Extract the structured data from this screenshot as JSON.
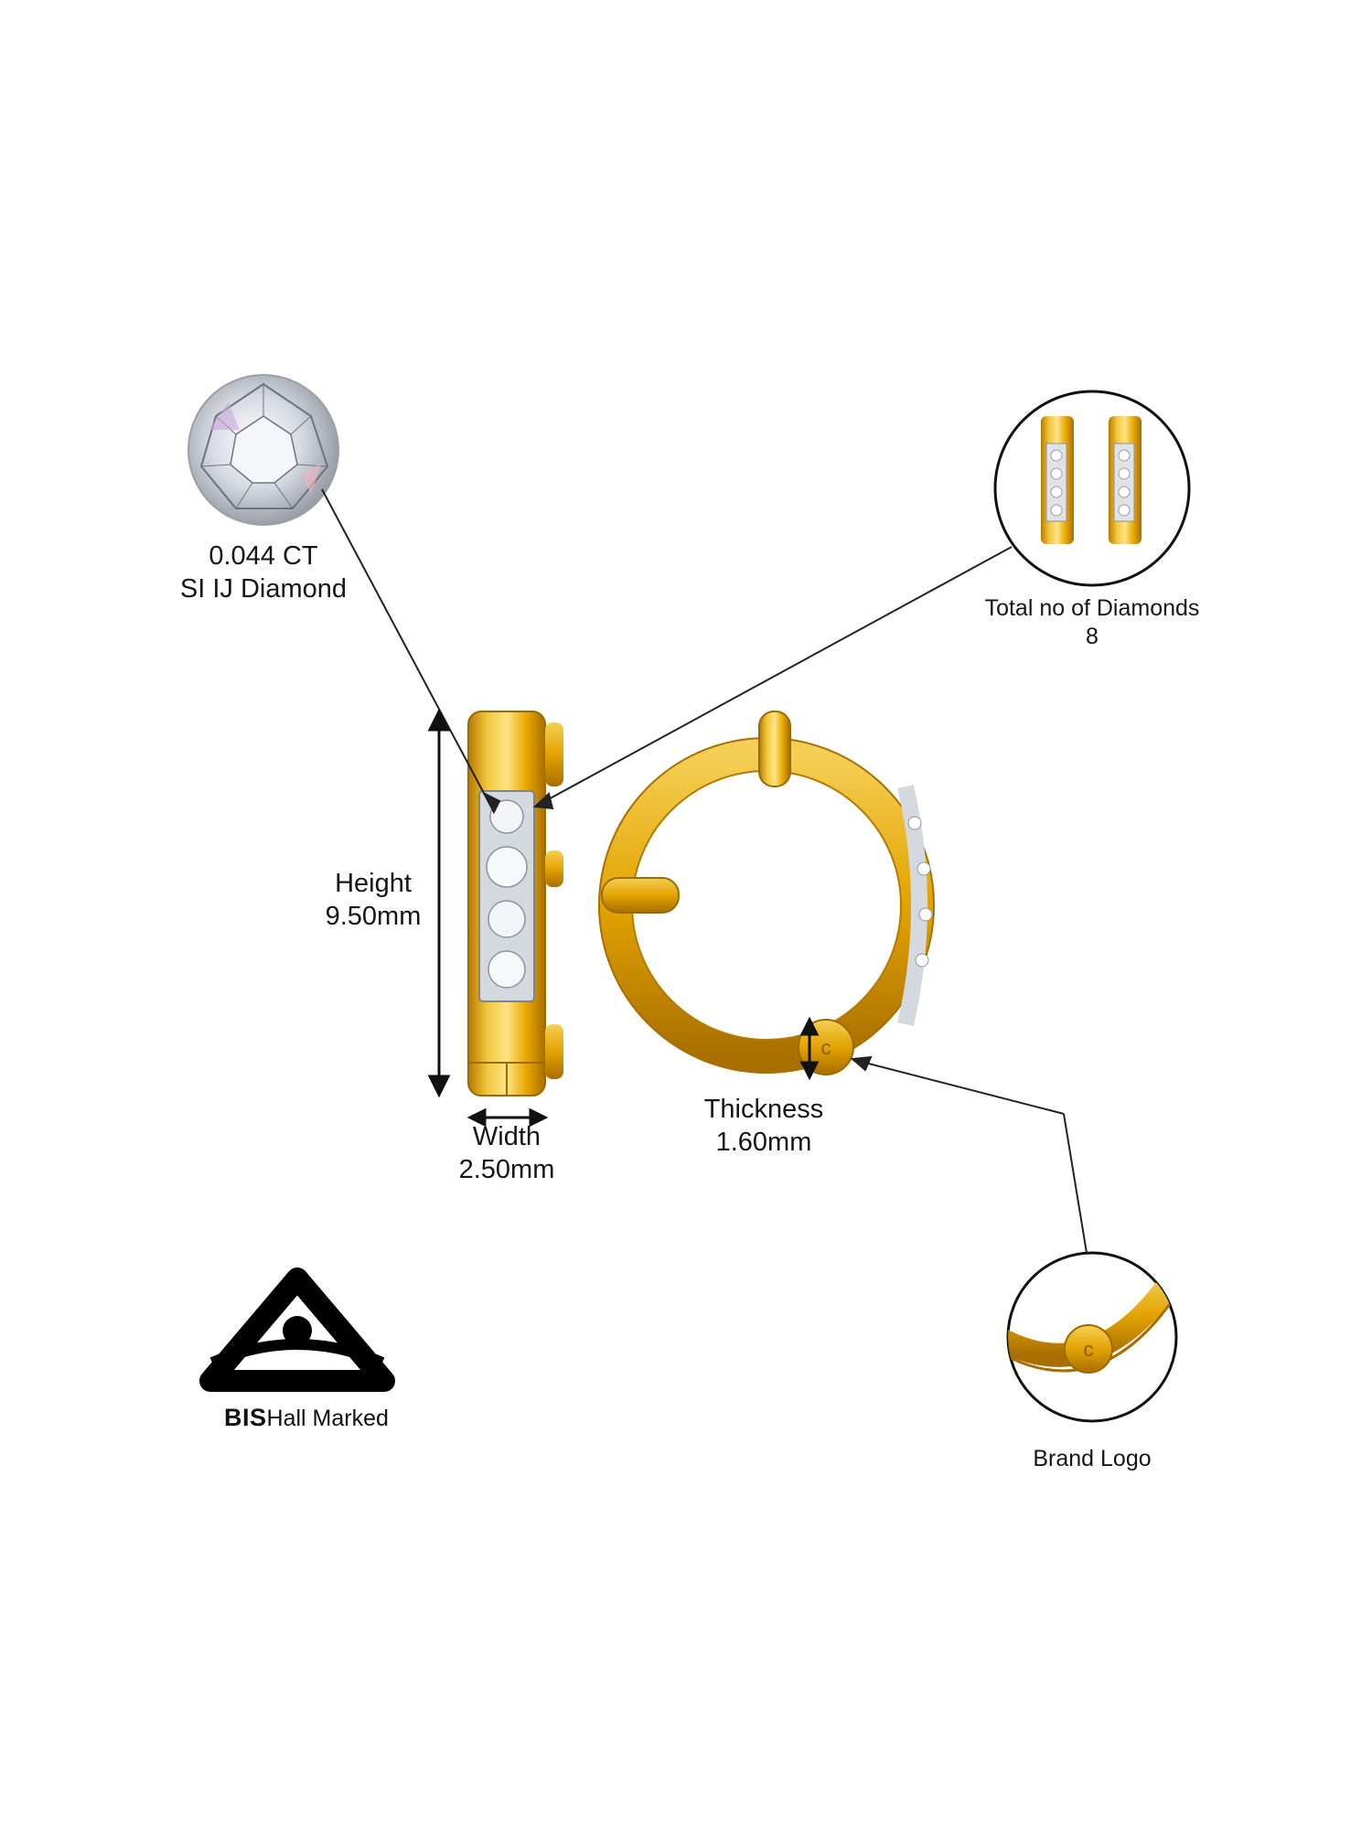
{
  "diamond": {
    "weight": "0.044 CT",
    "quality": "SI IJ Diamond"
  },
  "total_diamonds": {
    "label": "Total no of Diamonds",
    "count": "8"
  },
  "height": {
    "label": "Height",
    "value": "9.50mm"
  },
  "width": {
    "label": "Width",
    "value": "2.50mm"
  },
  "thickness": {
    "label": "Thickness",
    "value": "1.60mm"
  },
  "brand": {
    "label": "Brand Logo",
    "mark": "c"
  },
  "hallmark": {
    "bold": "BIS",
    "rest": "Hall Marked"
  },
  "colors": {
    "gold": "#e6a400",
    "gold_light": "#f7d46a",
    "gold_dark": "#a86e00",
    "diamond": "#dfe4ea",
    "line": "#222222"
  }
}
